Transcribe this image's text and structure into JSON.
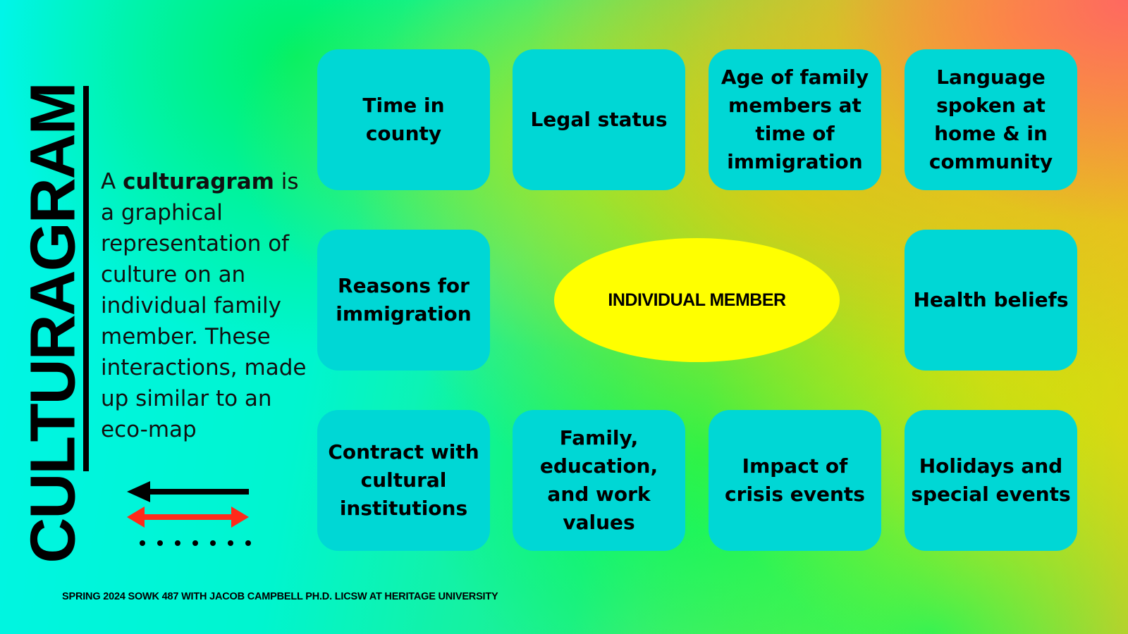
{
  "slide": {
    "title": "CULTURAGRAM",
    "description": {
      "prefix": "A ",
      "term": "culturagram",
      "suffix": " is a graphical representation of culture on an individual family member. These interactions, made up similar to an eco-map"
    },
    "legend": {
      "items": [
        {
          "type": "one-way-arrow",
          "color": "#000000",
          "direction": "left"
        },
        {
          "type": "two-way-arrow",
          "color": "#ff2a1a"
        },
        {
          "type": "dotted-line",
          "color": "#000000"
        }
      ]
    },
    "center": {
      "label": "INDIVIDUAL MEMBER",
      "color": "#ffff00"
    },
    "boxes": [
      {
        "label": "Time in county"
      },
      {
        "label": "Legal status"
      },
      {
        "label": "Age of family members at time of immigration"
      },
      {
        "label": "Language spoken at home & in community"
      },
      {
        "label": "Reasons for immigration"
      },
      {
        "label": "Health beliefs"
      },
      {
        "label": "Contract with cultural institutions"
      },
      {
        "label": "Family, education, and work values"
      },
      {
        "label": "Impact of crisis events"
      },
      {
        "label": "Holidays and special events"
      }
    ],
    "box_color": "#00d7d5",
    "footer": "SPRING 2024 SOWK 487 WITH JACOB CAMPBELL PH.D. LICSW AT HERITAGE UNIVERSITY"
  }
}
